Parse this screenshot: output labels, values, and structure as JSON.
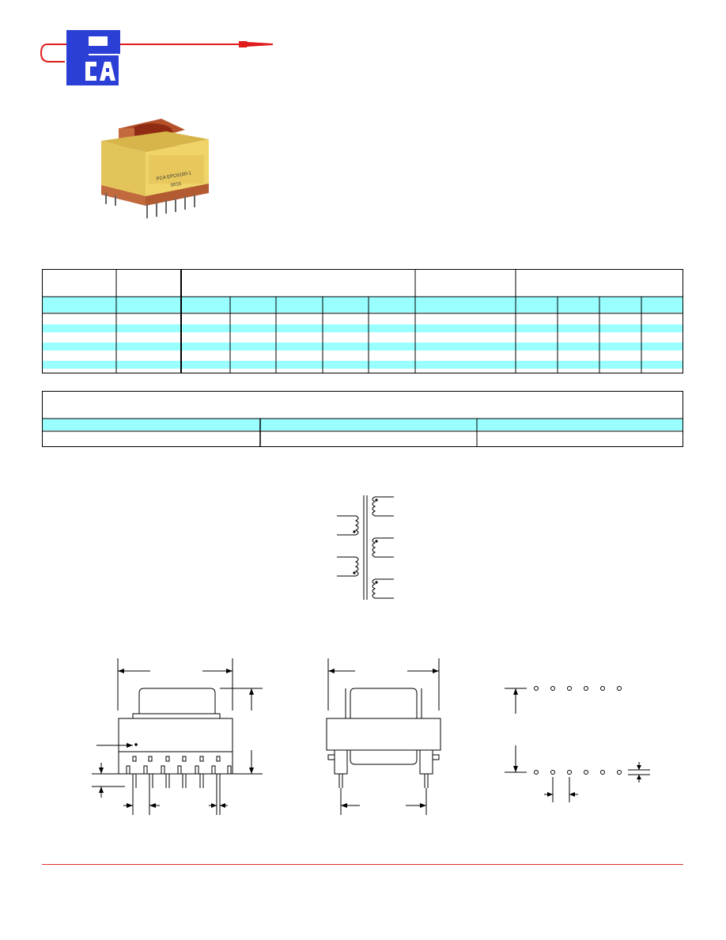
{
  "brand": {
    "logo_text": "PCA",
    "colors": {
      "primary_blue": "#2b3fd6",
      "accent_red": "#e01b1b",
      "table_cyan": "#99ffff",
      "border": "#000000"
    }
  },
  "photo": {
    "marking_line1": "PCA EPC6100-1",
    "marking_line2": "0015"
  },
  "spec_table": {
    "header": [
      "",
      "",
      "",
      "",
      ""
    ],
    "subheader": [
      "",
      "",
      "",
      "",
      "",
      "",
      "",
      "",
      "",
      "",
      "",
      ""
    ],
    "rows": [
      [
        "",
        "",
        "",
        "",
        "",
        "",
        "",
        "",
        "",
        "",
        "",
        ""
      ],
      [
        "",
        "",
        "",
        "",
        "",
        "",
        "",
        "",
        "",
        "",
        "",
        ""
      ],
      [
        "",
        "",
        "",
        "",
        "",
        "",
        "",
        "",
        "",
        "",
        "",
        ""
      ],
      [
        "",
        "",
        "",
        "",
        "",
        "",
        "",
        "",
        "",
        "",
        "",
        ""
      ],
      [
        "",
        "",
        "",
        "",
        "",
        "",
        "",
        "",
        "",
        "",
        "",
        ""
      ],
      [
        "",
        "",
        "",
        "",
        "",
        "",
        "",
        "",
        "",
        "",
        "",
        ""
      ]
    ]
  },
  "package_table": {
    "title": "",
    "columns": [
      "",
      "",
      ""
    ],
    "values": [
      "",
      "",
      ""
    ]
  },
  "drawings": {
    "schematic": "transformer-schematic",
    "front_view": "front-view-drawing",
    "side_view": "side-view-drawing",
    "pcb_layout": "pcb-layout-drawing"
  }
}
